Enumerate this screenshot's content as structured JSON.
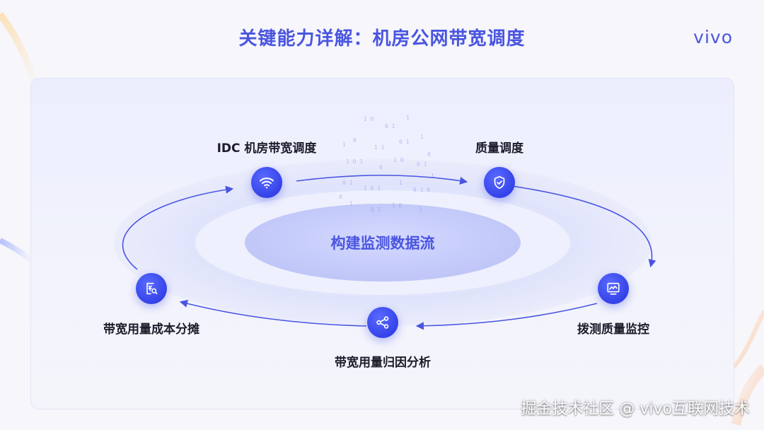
{
  "header": {
    "title": "关键能力详解：机房公网带宽调度",
    "logo_text": "vivo"
  },
  "diagram": {
    "center_label": "构建监测数据流",
    "nodes": [
      {
        "id": "idc",
        "label": "IDC 机房带宽调度",
        "icon": "wifi-icon"
      },
      {
        "id": "quality",
        "label": "质量调度",
        "icon": "shield-check-icon"
      },
      {
        "id": "monitor",
        "label": "拨测质量监控",
        "icon": "monitor-chart-icon"
      },
      {
        "id": "attribution",
        "label": "带宽用量归因分析",
        "icon": "share-nodes-icon"
      },
      {
        "id": "cost",
        "label": "带宽用量成本分摊",
        "icon": "invoice-search-icon"
      }
    ]
  },
  "watermark": "掘金技术社区 @ vivo互联网技术",
  "colors": {
    "accent": "#4a55e0",
    "icon_bg": "#3442e8",
    "label_text": "#1c1c2a"
  }
}
